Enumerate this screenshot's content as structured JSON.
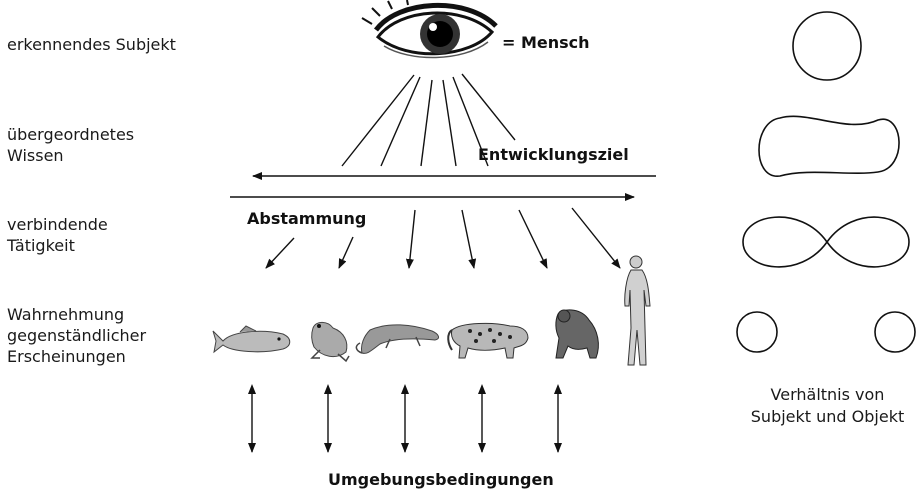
{
  "levels": {
    "subject": "erkennendes Subjekt",
    "knowledge_line1": "übergeordnetes",
    "knowledge_line2": "Wissen",
    "activity_line1": "verbindende",
    "activity_line2": "Tätigkeit",
    "perception_line1": "Wahrnehmung",
    "perception_line2": "gegenständlicher",
    "perception_line3": "Erscheinungen"
  },
  "eye_label": "= Mensch",
  "goal_label": "Entwicklungsziel",
  "descent_label": "Abstammung",
  "environment_label": "Umgebungsbedingungen",
  "relation_caption_line1": "Verhältnis von",
  "relation_caption_line2": "Subjekt und Objekt",
  "organisms": [
    "fish-icon",
    "frog-icon",
    "lizard-icon",
    "jaguar-icon",
    "chimpanzee-icon",
    "human-icon"
  ],
  "relation_shapes": [
    "unity-circle",
    "peanut-shape",
    "figure-eight-shape",
    "separated-circles"
  ],
  "colors": {
    "ink": "#111111",
    "background": "#ffffff"
  }
}
